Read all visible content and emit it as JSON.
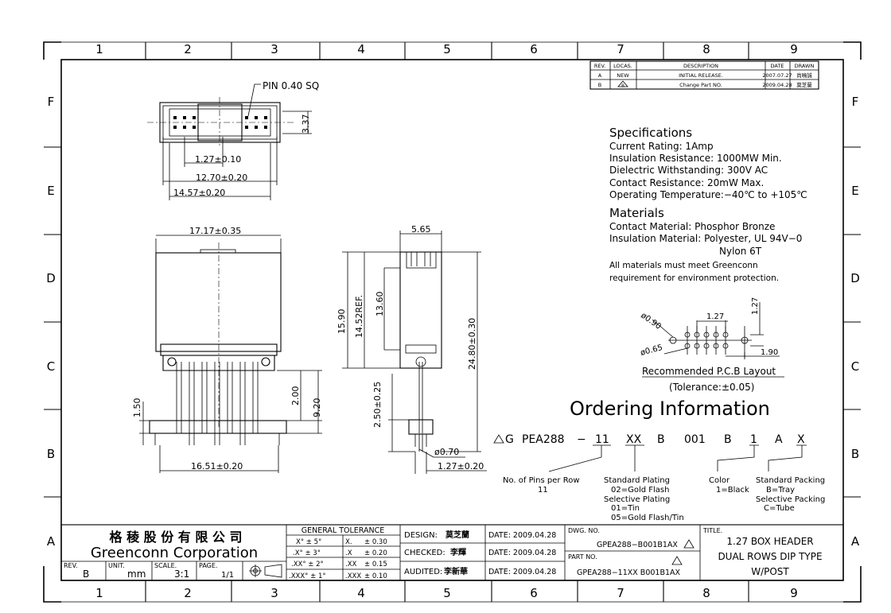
{
  "zones": {
    "columns": [
      "1",
      "2",
      "3",
      "4",
      "5",
      "6",
      "7",
      "8",
      "9"
    ],
    "rows": [
      "F",
      "E",
      "D",
      "C",
      "B",
      "A"
    ]
  },
  "revision_table": {
    "headers": [
      "REV.",
      "LOCAS.",
      "DESCRIPTION",
      "DATE",
      "DRAWN"
    ],
    "rows": [
      [
        "A",
        "NEW",
        "INITIAL RELEASE.",
        "2007.07.27",
        "尚曉誠"
      ],
      [
        "B",
        "B",
        "Change Part NO.",
        "2009.04.28",
        "莫芝蘭"
      ]
    ]
  },
  "top_view": {
    "pin_note": "PIN 0.40 SQ",
    "dims": [
      "1.27±0.10",
      "12.70±0.20",
      "14.57±0.20",
      "3.37"
    ]
  },
  "front_view": {
    "dims": [
      "17.17±0.35",
      "1.50",
      "2.00",
      "9.20",
      "16.51±0.20"
    ]
  },
  "side_view": {
    "dims": [
      "5.65",
      "15.90",
      "14.52REF.",
      "13.60",
      "24.80±0.30",
      "2.50±0.25",
      "ø0.70",
      "1.27±0.20"
    ]
  },
  "specifications": {
    "title": "Specifications",
    "lines": [
      "Current Rating:  1Amp",
      "Insulation Resistance:  1000MW Min.",
      "Dielectric Withstanding:  300V AC",
      "Contact Resistance:  20mW Max.",
      "Operating Temperature:−40℃ to +105℃"
    ]
  },
  "materials": {
    "title": "Materials",
    "lines": [
      "Contact Material: Phosphor Bronze",
      "Insulation Material: Polyester, UL 94V−0",
      "Nylon 6T",
      "All materials must meet Greenconn",
      "requirement for environment protection."
    ]
  },
  "pcb_layout": {
    "dims": [
      "ø0.90",
      "ø0.65",
      "1.27",
      "1.27",
      "1.90"
    ],
    "title": "Recommended P.C.B Layout",
    "tolerance": "(Tolerance:±0.05)"
  },
  "ordering": {
    "title": "Ordering Information",
    "code_prefix": "G",
    "code_parts": [
      "PEA288",
      "−",
      "11",
      "XX",
      "B",
      "001",
      "B",
      "1",
      "A",
      "X"
    ],
    "notes": {
      "pins": [
        "No. of Pins per Row",
        "11"
      ],
      "plating": [
        "Standard Plating",
        "02=Gold Flash",
        "Selective Plating",
        "01=Tin",
        "05=Gold Flash/Tin"
      ],
      "color": [
        "Color",
        "1=Black"
      ],
      "packing": [
        "Standard Packing",
        "B=Tray",
        "Selective Packing",
        "C=Tube"
      ]
    }
  },
  "title_block": {
    "company_cn": "格 稜 股 份 有 限 公 司",
    "company_en": "Greenconn Corporation",
    "rev_label": "REV.",
    "rev_value": "B",
    "unit_label": "UNIT.",
    "unit_value": "mm",
    "scale_label": "SCALE.",
    "scale_value": "3:1",
    "page_label": "PAGE.",
    "page_value": "1/1",
    "tolerance_title": "GENERAL TOLERANCE",
    "tolerance_rows": [
      [
        "X° ± 5°",
        "X.",
        "± 0.30"
      ],
      [
        ".X° ± 3°",
        ".X",
        "± 0.20"
      ],
      [
        ".XX° ± 2°",
        ".XX",
        "± 0.15"
      ],
      [
        ".XXX° ± 1°",
        ".XXX",
        "± 0.10"
      ]
    ],
    "design_label": "DESIGN:",
    "design_name": "莫芝蘭",
    "checked_label": "CHECKED:",
    "checked_name": "李輝",
    "audited_label": "AUDITED:",
    "audited_name": "李新華",
    "date_1": "DATE: 2009.04.28",
    "date_2": "DATE: 2009.04.28",
    "date_3": "DATE: 2009.04.28",
    "dwg_label": "DWG. NO.",
    "dwg_value": "GPEA288−B001B1AX",
    "part_label": "PART NO.",
    "part_value": "GPEA288−11XX B001B1AX",
    "title_label": "TITLE.",
    "title_lines": [
      "1.27 BOX HEADER",
      "DUAL ROWS DIP TYPE",
      "W/POST"
    ]
  }
}
